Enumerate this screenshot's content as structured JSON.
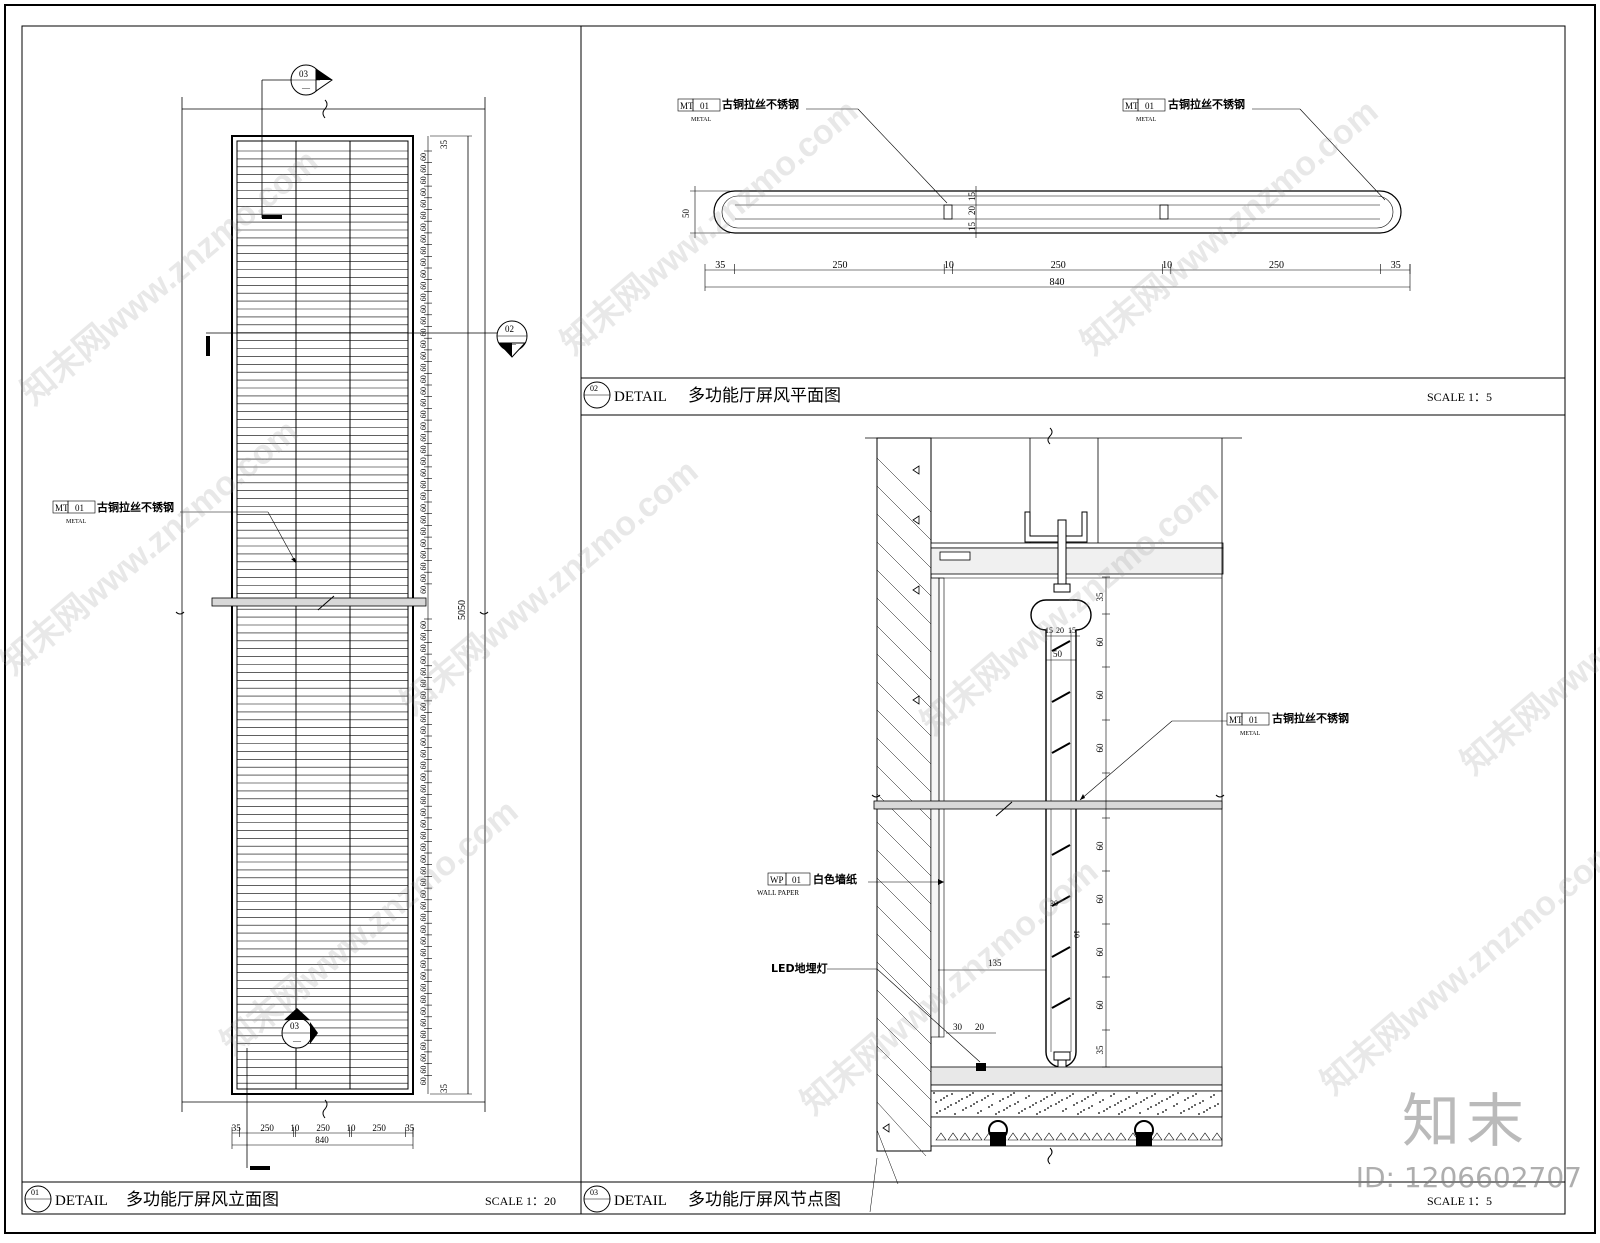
{
  "panels": {
    "elevation": {
      "number": "01",
      "title_prefix": "DETAIL",
      "title": "多功能厅屏风立面图",
      "scale": "SCALE  1：20",
      "material_code_a": "MT",
      "material_code_b": "01",
      "material_sub": "METAL",
      "material_name": "古铜拉丝不锈钢",
      "height_dim": "5050",
      "top_dim": "35",
      "bottom_dim": "35",
      "slat_dim": "60",
      "width_parts": [
        "35",
        "250",
        "10",
        "250",
        "10",
        "250",
        "35"
      ],
      "width_total": "840",
      "callout_top_num": "03",
      "callout_top_sub": "—",
      "callout_side_num": "02",
      "callout_side_sub": "—",
      "callout_bottom_num": "03",
      "callout_bottom_sub": "—"
    },
    "plan": {
      "number": "02",
      "title_prefix": "DETAIL",
      "title": "多功能厅屏风平面图",
      "scale": "SCALE  1：5",
      "material_code_a": "MT",
      "material_code_b": "01",
      "material_sub": "METAL",
      "material_name": "古铜拉丝不锈钢",
      "depth_dim": "50",
      "depth_parts": [
        "15",
        "20",
        "15"
      ],
      "width_parts": [
        "35",
        "250",
        "10",
        "250",
        "10",
        "250",
        "35"
      ],
      "width_total": "840"
    },
    "node": {
      "number": "03",
      "title_prefix": "DETAIL",
      "title": "多功能厅屏风节点图",
      "scale": "SCALE  1：5",
      "material_code_a": "MT",
      "material_code_b": "01",
      "material_sub": "METAL",
      "material_name": "古铜拉丝不锈钢",
      "wall_code_a": "WP",
      "wall_code_b": "01",
      "wall_sub": "WALL PAPER",
      "wall_name": "白色墙纸",
      "led_label": "LED地埋灯",
      "dim_35": "35",
      "dim_60": "60",
      "dim_50": "50",
      "dim_parts": [
        "15",
        "20",
        "15"
      ],
      "dim_135": "135",
      "dim_30": "30",
      "dim_20": "20",
      "dim_10": "10"
    }
  },
  "watermark": "知末网www.znzmo.com",
  "brand": "知末",
  "image_id": "ID: 1206602707"
}
